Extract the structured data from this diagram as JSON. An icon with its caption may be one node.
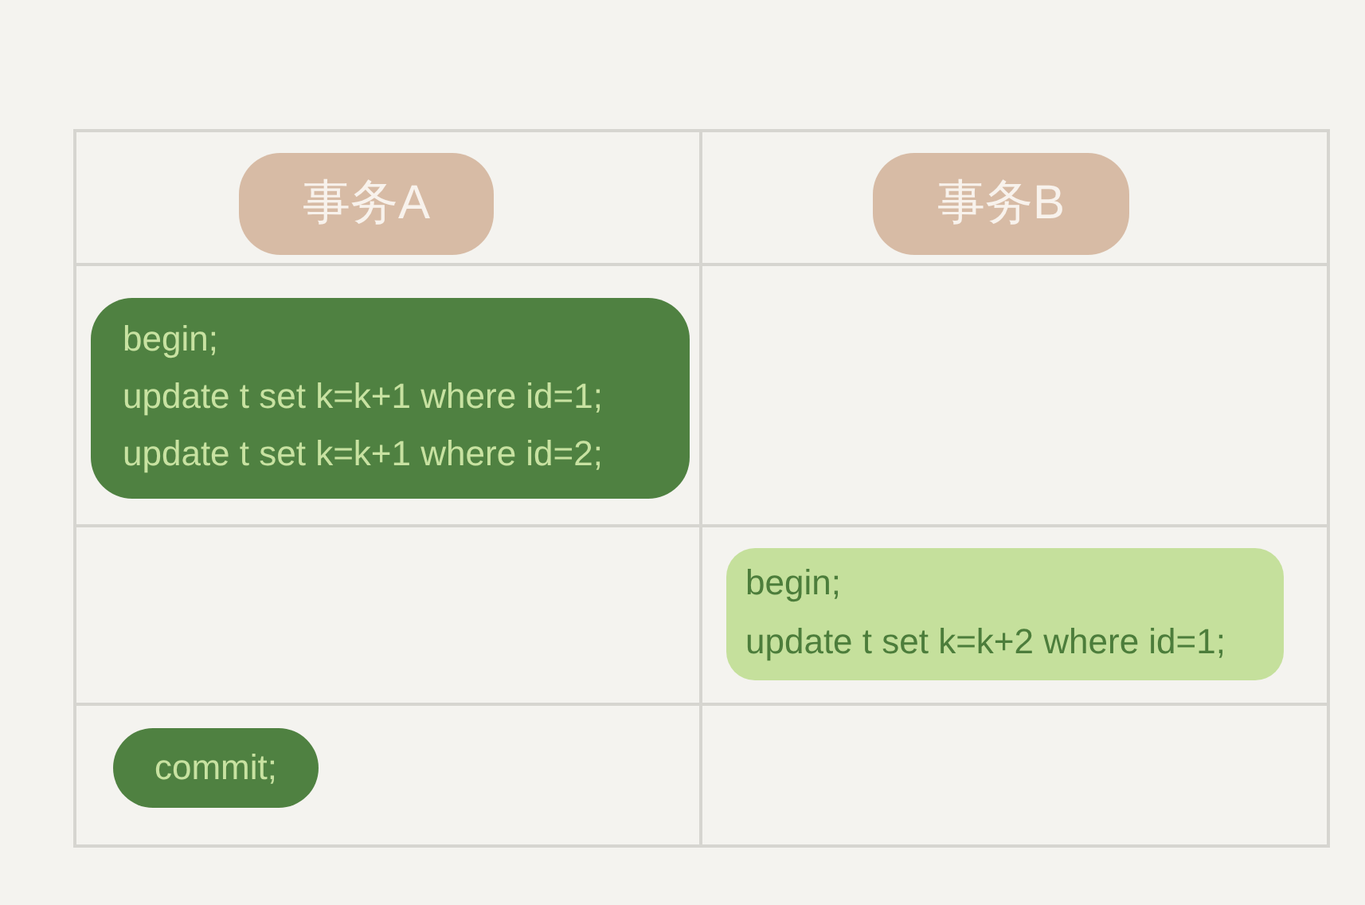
{
  "diagram": {
    "nodes": [
      {
        "text": [
          "事务A"
        ]
      },
      {
        "text": [
          "事务B"
        ]
      },
      {
        "text": [
          "begin; update t set k=k+1 where id=1; update t set k=k+1 where id=2;"
        ]
      },
      {
        "text": [
          "begin; update t set k=k+2 where id=1;"
        ]
      },
      {
        "text": [
          "commit;"
        ]
      }
    ]
  }
}
